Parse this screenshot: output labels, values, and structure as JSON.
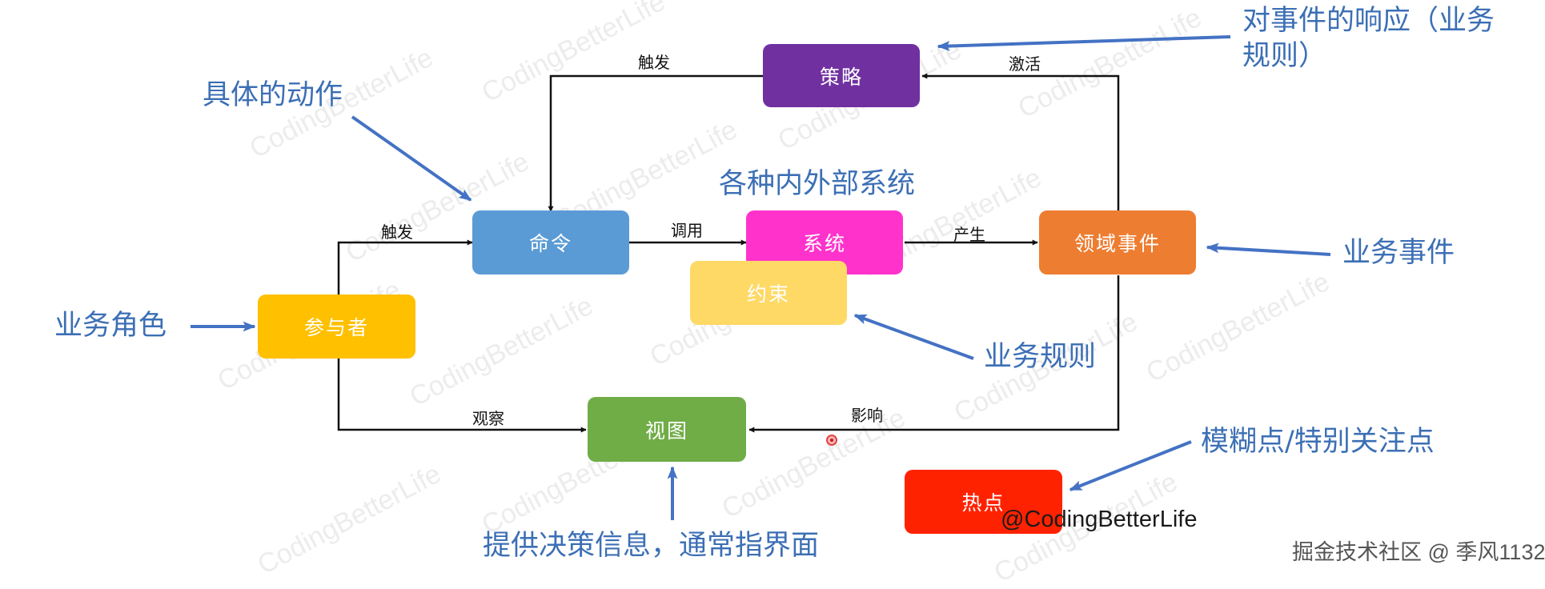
{
  "nodes": {
    "policy": {
      "label": "策略",
      "color": "#7030a0"
    },
    "command": {
      "label": "命令",
      "color": "#5b9bd5"
    },
    "system": {
      "label": "系统",
      "color": "#ff33cc"
    },
    "constraint": {
      "label": "约束",
      "color": "#ffd966"
    },
    "domain_event": {
      "label": "领域事件",
      "color": "#ed7d31"
    },
    "actor": {
      "label": "参与者",
      "color": "#ffc000"
    },
    "view": {
      "label": "视图",
      "color": "#70ad47"
    },
    "hotspot": {
      "label": "热点",
      "color": "#ff2200"
    }
  },
  "edge_labels": {
    "actor_to_command": "触发",
    "policy_to_command": "触发",
    "command_to_system": "调用",
    "system_to_event": "产生",
    "event_to_policy": "激活",
    "actor_to_view": "观察",
    "event_to_view": "影响"
  },
  "annotations": {
    "policy": [
      "对事件的响应（业务",
      "规则）"
    ],
    "command": "具体的动作",
    "system": "各种内外部系统",
    "domain_event": "业务事件",
    "actor": "业务角色",
    "constraint": "业务规则",
    "hotspot": "模糊点/特别关注点",
    "view": "提供决策信息，通常指界面"
  },
  "watermark": "CodingBetterLife",
  "credits": {
    "author_tag": "@CodingBetterLife",
    "platform": "掘金技术社区 @ 季风1132"
  },
  "colors": {
    "annotation": "#3c6fb5",
    "arrow": "#111111",
    "annotation_arrow": "#4472c4"
  }
}
